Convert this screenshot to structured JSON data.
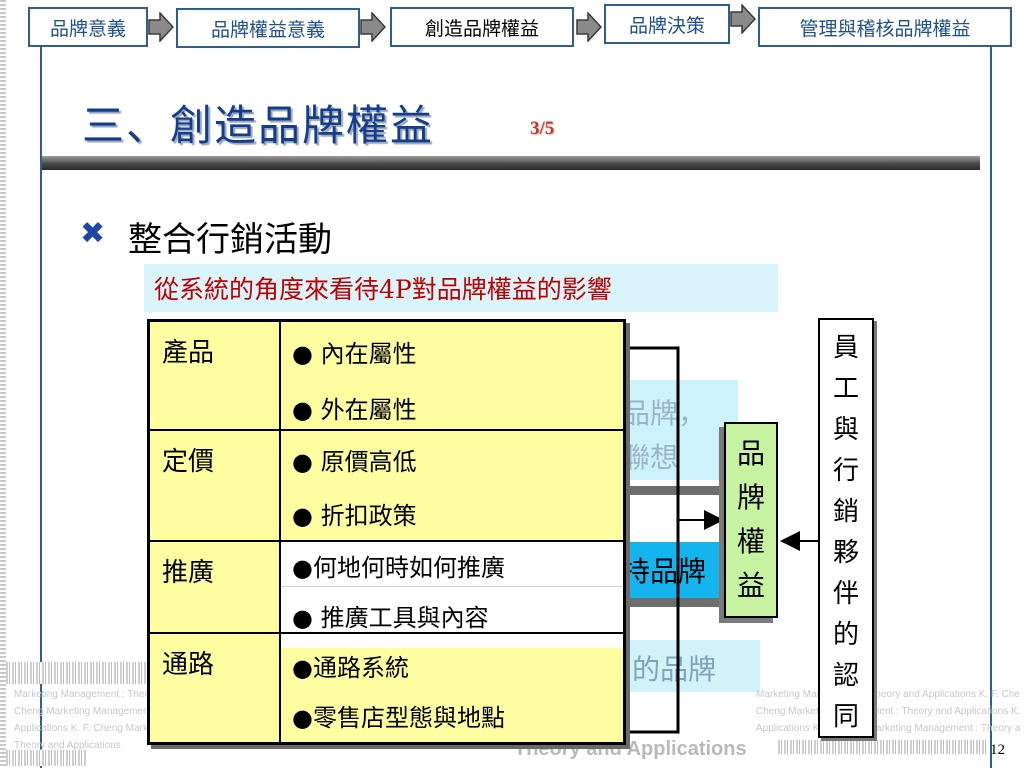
{
  "nav": {
    "steps": [
      "品牌意義",
      "品牌權益意義",
      "創造品牌權益",
      "品牌決策",
      "管理與稽核品牌權益"
    ],
    "active_index": 2
  },
  "title": {
    "main": "三、創造品牌權益",
    "part": "3/5"
  },
  "bullet": {
    "icon": "x-mark-icon",
    "text": "整合行銷活動"
  },
  "subtitle": "從系統的角度來看待4P對品牌權益的影響",
  "table": {
    "rows": [
      {
        "category": "產品",
        "items": [
          "● 內在屬性",
          "● 外在屬性"
        ]
      },
      {
        "category": "定價",
        "items": [
          "● 原價高低",
          "● 折扣政策"
        ]
      },
      {
        "category": "推廣",
        "items": [
          "●何地何時如何推廣",
          "● 推廣工具與內容"
        ]
      },
      {
        "category": "通路",
        "items": [
          "●通路系統",
          "●零售店型態與地點"
        ]
      }
    ]
  },
  "background_fragments": {
    "cyan_lines": [
      "品牌，",
      "聯想"
    ],
    "blue_text": "持品牌",
    "pale_text": "的品牌"
  },
  "brand_equity": [
    "品",
    "牌",
    "權",
    "益"
  ],
  "staff_recognition": [
    "員",
    "工",
    "與",
    "行",
    "銷",
    "夥",
    "伴",
    "的",
    "認",
    "同"
  ],
  "watermark": {
    "lines": [
      "Marketing Management : Theory and Applications  K. F. Cheng Marketing Management : Theory and Applications",
      "Cheng Marketing Management : Theory and Applications  K. F. Cheng Marketing Management : Theory and",
      "Applications  K. F. Cheng Marketing Management : Theory and Applications  K. F. Cheng Marketing Management :",
      "Theory and Applications"
    ],
    "big": "Theory and Applications"
  },
  "page_number": "12",
  "colors": {
    "frame": "#2f5f8a",
    "title": "#153e8a",
    "subtitle_text": "#c00000",
    "table_fill": "#ffffa1",
    "brand_fill": "#c6f2a2",
    "accent_blue": "#14b4ee"
  }
}
